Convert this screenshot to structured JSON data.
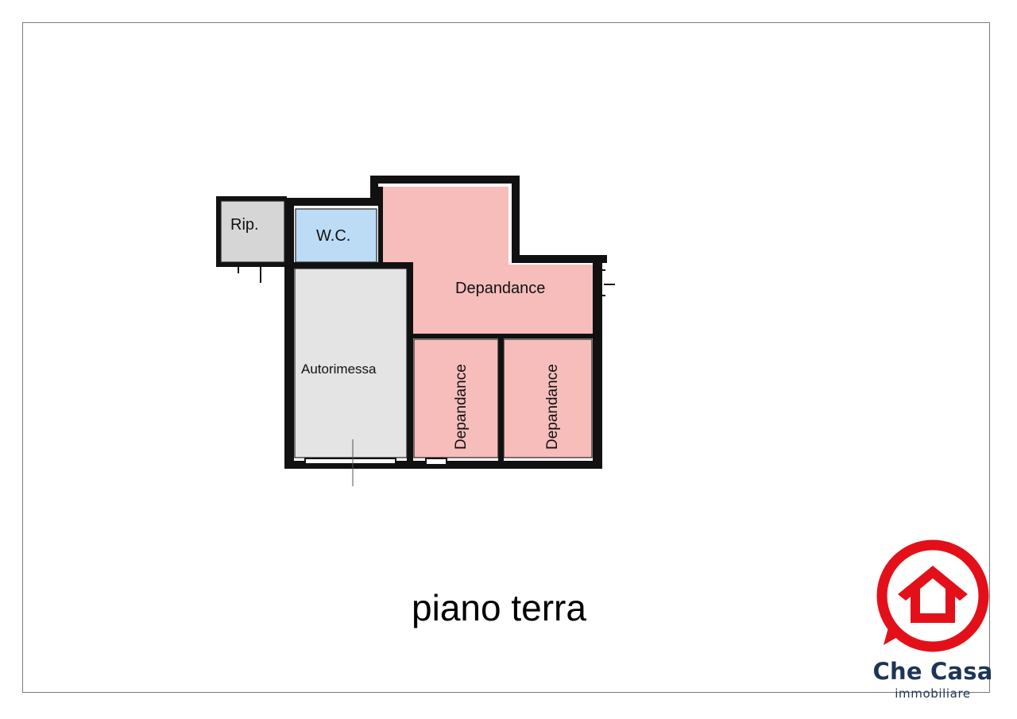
{
  "plan": {
    "title": "piano terra",
    "rooms": [
      {
        "id": "rip",
        "label": "Rip.",
        "fill": "#d6d6d6"
      },
      {
        "id": "wc",
        "label": "W.C.",
        "fill": "#bcdcf6"
      },
      {
        "id": "dependance-main",
        "label": "Depandance",
        "fill": "#f6bdbb"
      },
      {
        "id": "autorimessa",
        "label": "Autorimessa",
        "fill": "#e4e4e4"
      },
      {
        "id": "dependance-left",
        "label": "Depandance",
        "fill": "#f6bdbb"
      },
      {
        "id": "dependance-right",
        "label": "Depandance",
        "fill": "#f6bdbb"
      }
    ]
  },
  "logo": {
    "name": "Che Casa",
    "tagline": "immobiliare",
    "ring_color": "#e3101a",
    "text_color": "#1d3557",
    "icon": "house-icon"
  }
}
